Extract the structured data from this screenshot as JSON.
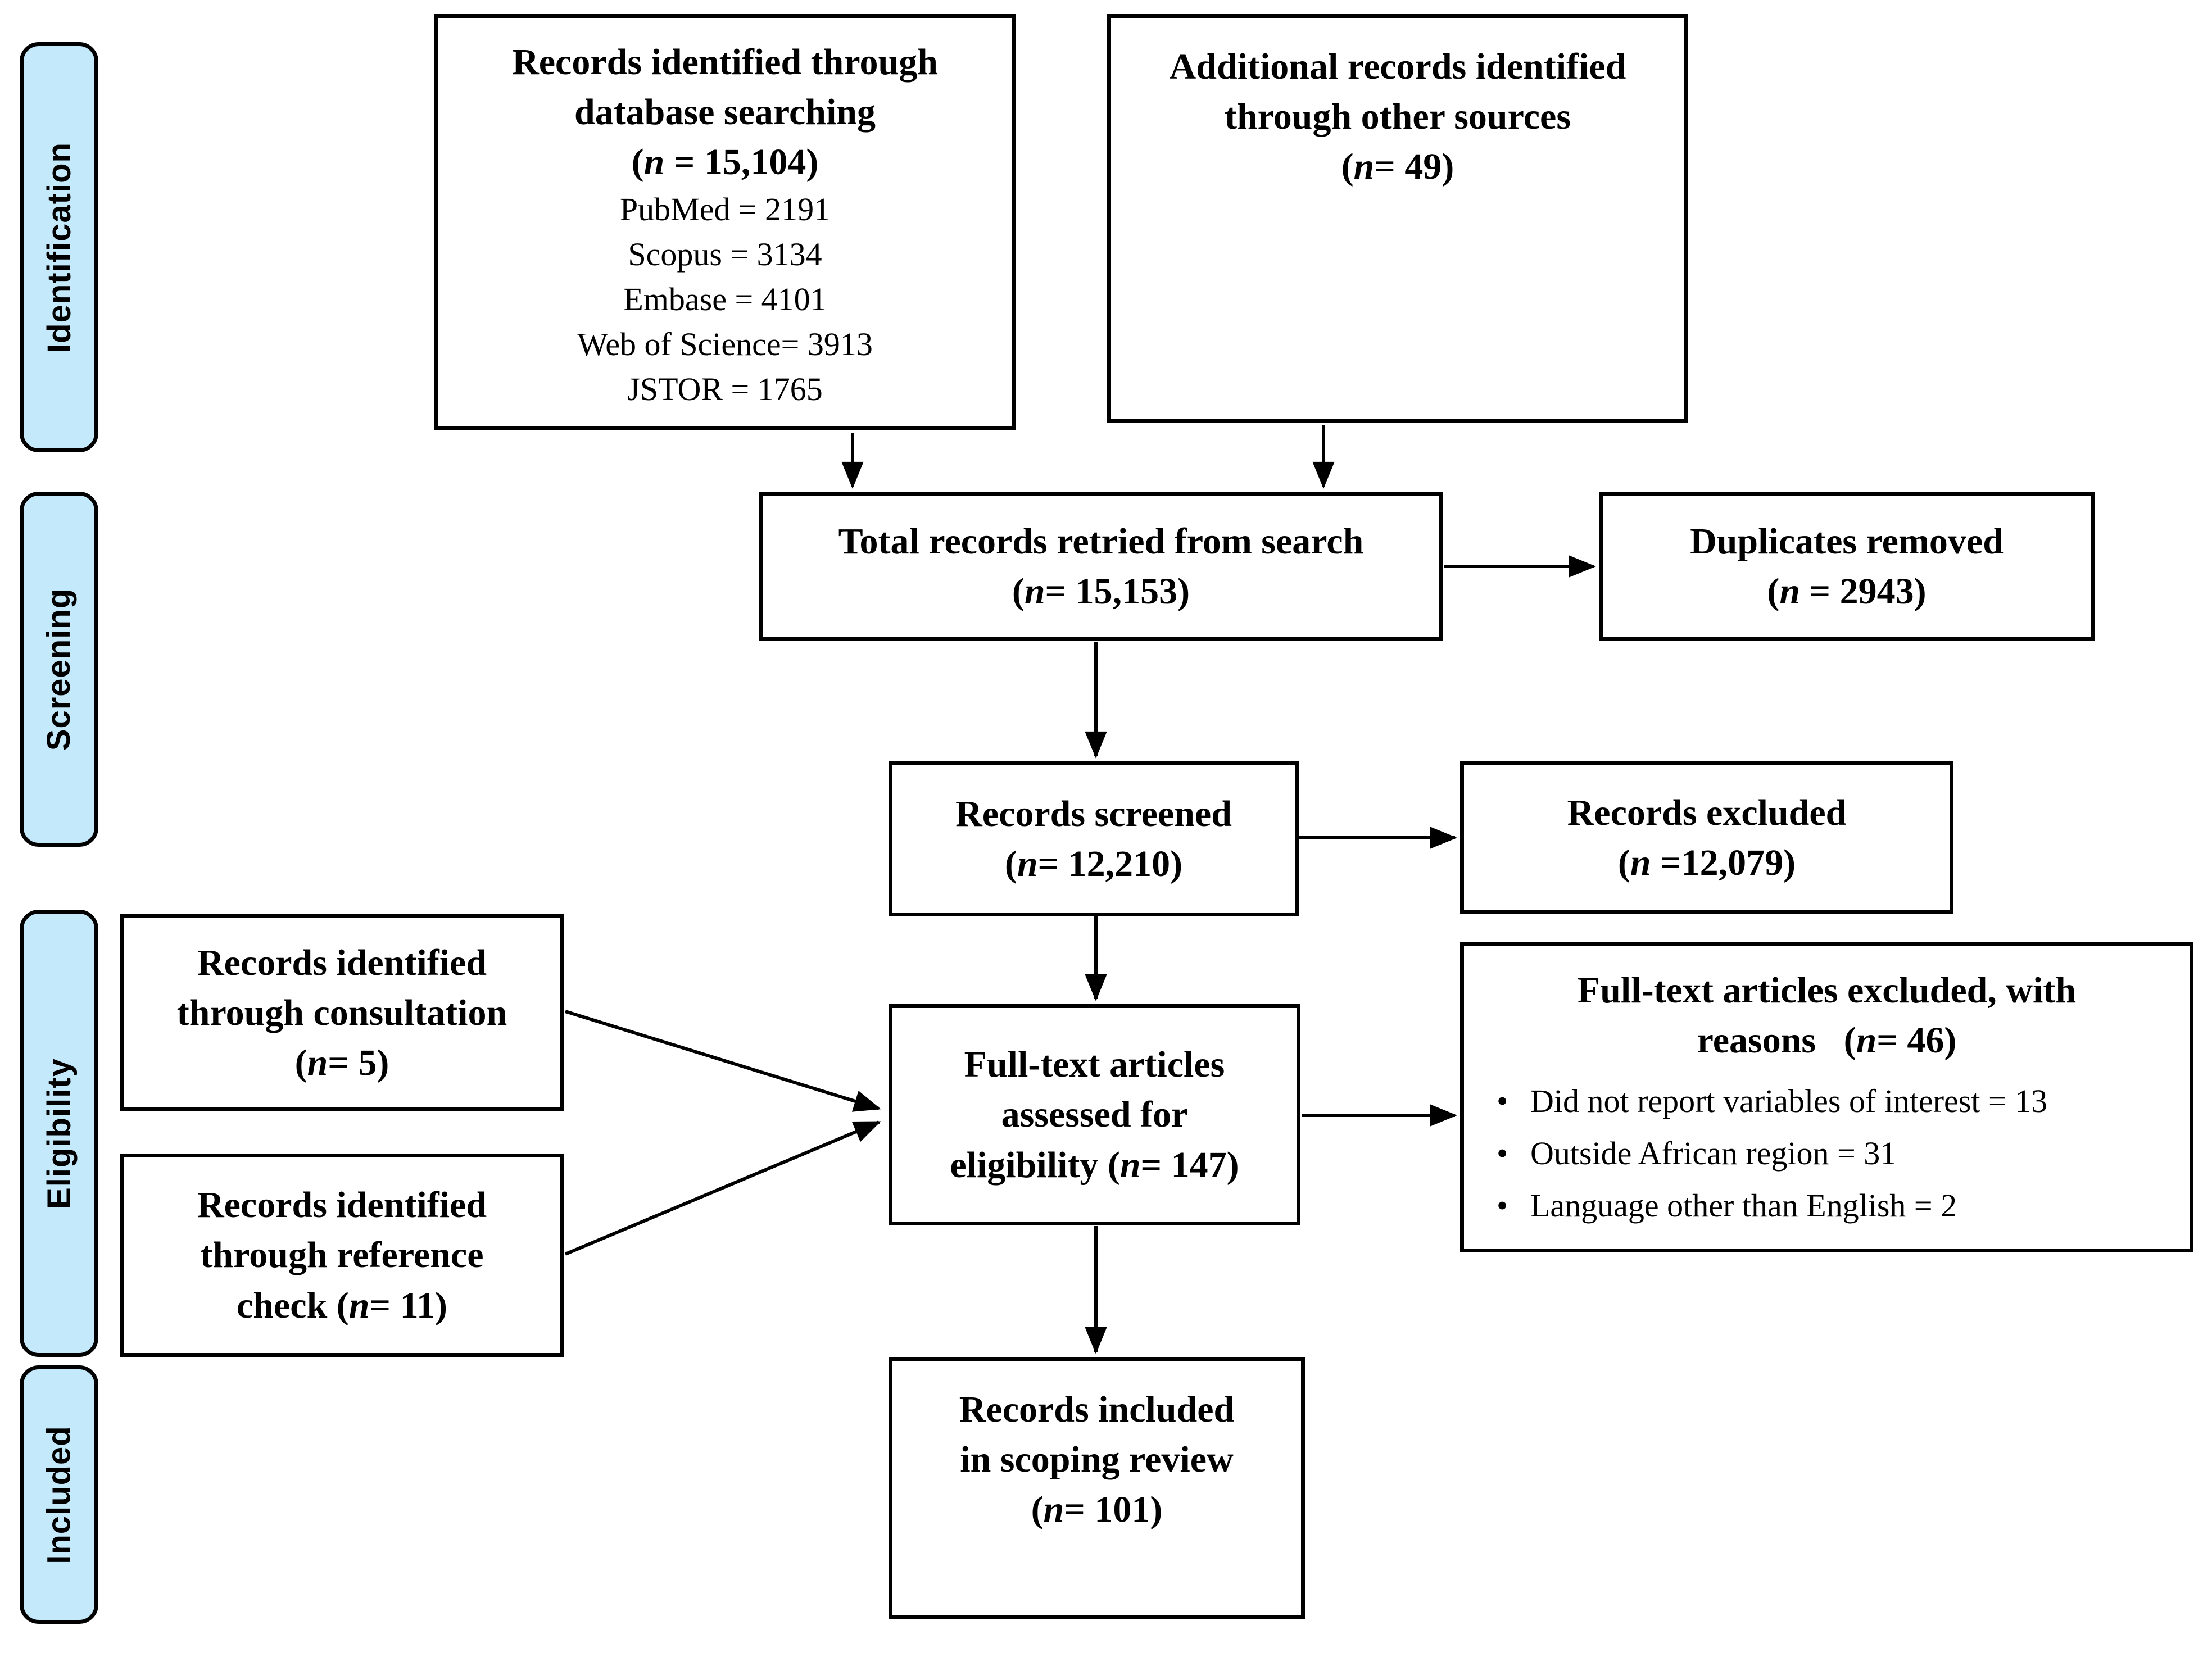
{
  "diagram_title": "PRISMA scoping review flow diagram",
  "colors": {
    "sidebar_fill": "#c3e9fb",
    "line": "#000000",
    "box_background": "#ffffff"
  },
  "sidebar": {
    "labels": [
      {
        "text": "Identification"
      },
      {
        "text": "Screening"
      },
      {
        "text": "Eligibility"
      },
      {
        "text": "Included"
      }
    ]
  },
  "boxes": {
    "db_search": {
      "title": "Records identified through\ndatabase searching\n(n = 15,104)",
      "details": [
        "PubMed = 2191",
        "Scopus = 3134",
        "Embase = 4101",
        "Web of Science= 3913",
        "JSTOR = 1765"
      ]
    },
    "other_sources": {
      "title": "Additional records identified\nthrough other sources\n(n= 49)"
    },
    "total_records": {
      "title": "Total records retried from search\n(n= 15,153)"
    },
    "duplicates": {
      "title": "Duplicates removed\n(n = 2943)"
    },
    "screened": {
      "title": "Records screened\n(n= 12,210)"
    },
    "excluded": {
      "title": "Records excluded\n(n =12,079)"
    },
    "consultation": {
      "title": "Records identified\nthrough consultation\n(n= 5)"
    },
    "reference_check": {
      "title": "Records identified\nthrough reference\ncheck (n= 11)"
    },
    "fulltext_assessed": {
      "title": "Full-text articles\nassessed for\neligibility (n= 147)"
    },
    "fulltext_excluded": {
      "title": "Full-text articles excluded, with\nreasons   (n= 46)",
      "reasons": [
        "Did not report variables of interest = 13",
        "Outside African region = 31",
        "Language other than English = 2"
      ]
    },
    "included_review": {
      "title": "Records included\nin scoping review\n(n= 101)"
    }
  }
}
